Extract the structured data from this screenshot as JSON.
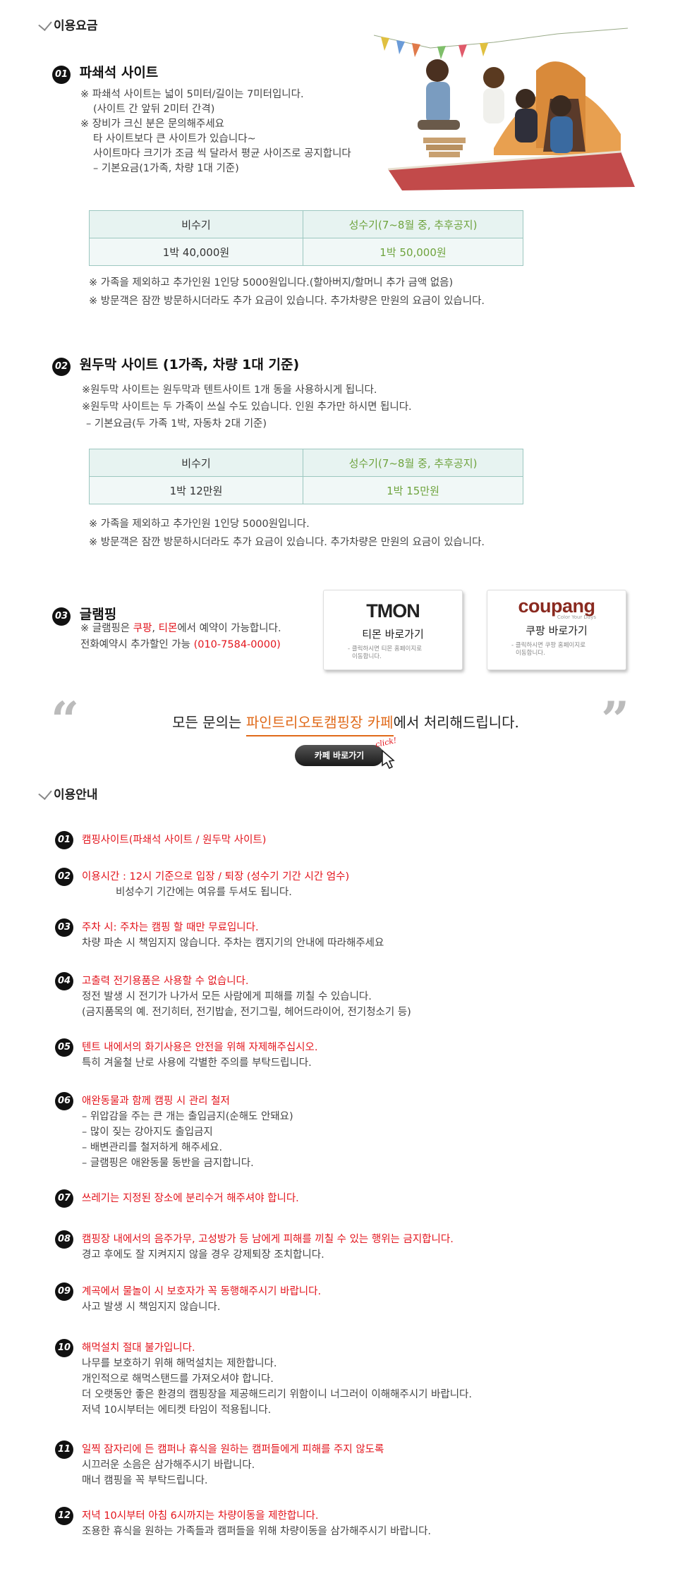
{
  "fee_section": {
    "title": "이용요금"
  },
  "site1": {
    "num": "01",
    "title": "파쇄석 사이트",
    "lines": [
      "※ 파쇄석 사이트는 넓이 5미터/길이는 7미터입니다.",
      "(사이트 간 앞뒤 2미터 간격)",
      "※ 장비가 크신 분은 문의해주세요",
      "타 사이트보다 큰 사이트가 있습니다~",
      "사이트마다 크기가 조금 씩 달라서 평균 사이즈로 공지합니다",
      "– 기본요금(1가족, 차량 1대 기준)"
    ],
    "table": {
      "off_label": "비수기",
      "peak_label": "성수기(7~8월 중, 추후공지)",
      "off_price": "1박 40,000원",
      "peak_price": "1박 50,000원"
    },
    "notes": [
      "※ 가족을 제외하고 추가인원 1인당 5000원입니다.(할아버지/할머니 추가 금액 없음)",
      "※ 방문객은 잠깐 방문하시더라도 추가 요금이 있습니다. 추가차량은 만원의 요금이 있습니다."
    ]
  },
  "site2": {
    "num": "02",
    "title": "원두막 사이트 (1가족, 차량 1대 기준)",
    "lines": [
      "※원두막 사이트는 원두막과 텐트사이트 1개 동을 사용하시게 됩니다.",
      "※원두막 사이트는 두 가족이 쓰실 수도 있습니다. 인원 추가만 하시면 됩니다.",
      "– 기본요금(두 가족 1박, 자동차 2대 기준)"
    ],
    "table": {
      "off_label": "비수기",
      "peak_label": "성수기(7~8월 중, 추후공지)",
      "off_price": "1박 12만원",
      "peak_price": "1박 15만원"
    },
    "notes": [
      "※ 가족을 제외하고 추가인원 1인당 5000원입니다.",
      "※ 방문객은 잠깐 방문하시더라도 추가 요금이 있습니다. 추가차량은 만원의 요금이 있습니다."
    ]
  },
  "site3": {
    "num": "03",
    "title": "글램핑",
    "line1_a": "※ 글램핑은 ",
    "line1_coupang": "쿠팡",
    "line1_sep": ", ",
    "line1_tmon": "티몬",
    "line1_b": "에서 예약이 가능합니다.",
    "line2_a": "전화예약시 추가할인 가능 ",
    "line2_phone": "(010-7584-0000)"
  },
  "cards": {
    "tmon": {
      "logo": "TMON",
      "label": "티몬 바로가기",
      "desc1": "- 클릭하시면 티몬 홈페이지로",
      "desc2": "이동합니다."
    },
    "coupang": {
      "logo": "coupang",
      "tagline": "Color Your Days",
      "label": "쿠팡 바로가기",
      "desc1": "- 클릭하시면 쿠팡 홈페이지로",
      "desc2": "이동합니다."
    }
  },
  "contact": {
    "pre": "모든 문의는 ",
    "cafe": "파인트리오토캠핑장 카페",
    "post": "에서 처리해드립니다.",
    "button": "카페 바로가기",
    "click": "click!"
  },
  "guide_section": {
    "title": "이용안내"
  },
  "guide_items": [
    {
      "num": "01",
      "lines": [
        {
          "t": "캠핑사이트(파쇄석 사이트 / 원두막 사이트)",
          "red": true
        }
      ]
    },
    {
      "num": "02",
      "lines": [
        {
          "t": "이용시간 : 12시 기준으로 입장 / 퇴장 (성수기 기간 시간 엄수)",
          "red": true
        },
        {
          "t": "비성수기 기간에는 여유를 두셔도 됩니다.",
          "red": false
        }
      ]
    },
    {
      "num": "03",
      "lines": [
        {
          "t": "주차 시: 주차는 캠핑 할 때만 무료입니다.",
          "red": true
        },
        {
          "t": "차량 파손 시 책임지지 않습니다. 주차는 캠지기의 안내에 따라해주세요",
          "red": false
        }
      ]
    },
    {
      "num": "04",
      "lines": [
        {
          "t": "고출력 전기용품은 사용할 수 없습니다.",
          "red": true
        },
        {
          "t": "정전 발생 시 전기가 나가서 모든 사람에게 피해를 끼칠 수 있습니다.",
          "red": false
        },
        {
          "t": "(금지품목의 예. 전기히터, 전기밥솥, 전기그릴, 헤어드라이어, 전기청소기 등)",
          "red": false
        }
      ]
    },
    {
      "num": "05",
      "lines": [
        {
          "t": "텐트 내에서의 화기사용은 안전을 위해 자제해주십시오.",
          "red": true
        },
        {
          "t": "특히 겨울철 난로 사용에 각별한 주의를 부탁드립니다.",
          "red": false
        }
      ]
    },
    {
      "num": "06",
      "lines": [
        {
          "t": "애완동물과 함께 캠핑 시 관리 철저",
          "red": true
        },
        {
          "t": "– 위압감을 주는 큰 개는 출입금지(순해도 안돼요)",
          "red": false
        },
        {
          "t": "– 많이 짖는 강아지도 출입금지",
          "red": false
        },
        {
          "t": "– 배변관리를 철저하게 해주세요.",
          "red": false
        },
        {
          "t": "– 글램핑은 애완동물 동반을 금지합니다.",
          "red": false
        }
      ]
    },
    {
      "num": "07",
      "lines": [
        {
          "t": "쓰레기는 지정된 장소에 분리수거 해주셔야 합니다.",
          "red": true
        }
      ]
    },
    {
      "num": "08",
      "lines": [
        {
          "t": "캠핑장 내에서의 음주가무, 고성방가 등 남에게 피해를 끼칠 수 있는 행위는 금지합니다.",
          "red": true
        },
        {
          "t": "경고 후에도 잘 지켜지지 않을 경우 강제퇴장 조치합니다.",
          "red": false
        }
      ]
    },
    {
      "num": "09",
      "lines": [
        {
          "t": "계곡에서 물놀이 시 보호자가 꼭 동행해주시기 바랍니다.",
          "red": true
        },
        {
          "t": "사고 발생 시 책임지지 않습니다.",
          "red": false
        }
      ]
    },
    {
      "num": "10",
      "lines": [
        {
          "t": "해먹설치 절대 불가입니다.",
          "red": true
        },
        {
          "t": "나무를 보호하기 위해 해먹설치는 제한합니다.",
          "red": false
        },
        {
          "t": "개인적으로 해먹스탠드를 가져오셔야 합니다.",
          "red": false
        },
        {
          "t": "더 오랫동안 좋은 환경의 캠핑장을 제공해드리기 위함이니 너그러이 이해해주시기 바랍니다.",
          "red": false
        },
        {
          "t": "저녁 10시부터는 에티켓 타임이 적용됩니다.",
          "red": false
        }
      ]
    },
    {
      "num": "11",
      "lines": [
        {
          "t": "일찍 잠자리에 든 캠퍼나 휴식을 원하는 캠퍼들에게 피해를 주지 않도록",
          "red": true
        },
        {
          "t": "시끄러운 소음은 삼가해주시기 바랍니다.",
          "red": false
        },
        {
          "t": "매너 캠핑을 꼭 부탁드립니다.",
          "red": false
        }
      ]
    },
    {
      "num": "12",
      "lines": [
        {
          "t": "저녁 10시부터 아침 6시까지는 차량이동을 제한합니다.",
          "red": true
        },
        {
          "t": "조용한 휴식을 원하는 가족들과 캠퍼들을 위해 차량이동을 삼가해주시기 바랍니다.",
          "red": false
        }
      ]
    }
  ]
}
